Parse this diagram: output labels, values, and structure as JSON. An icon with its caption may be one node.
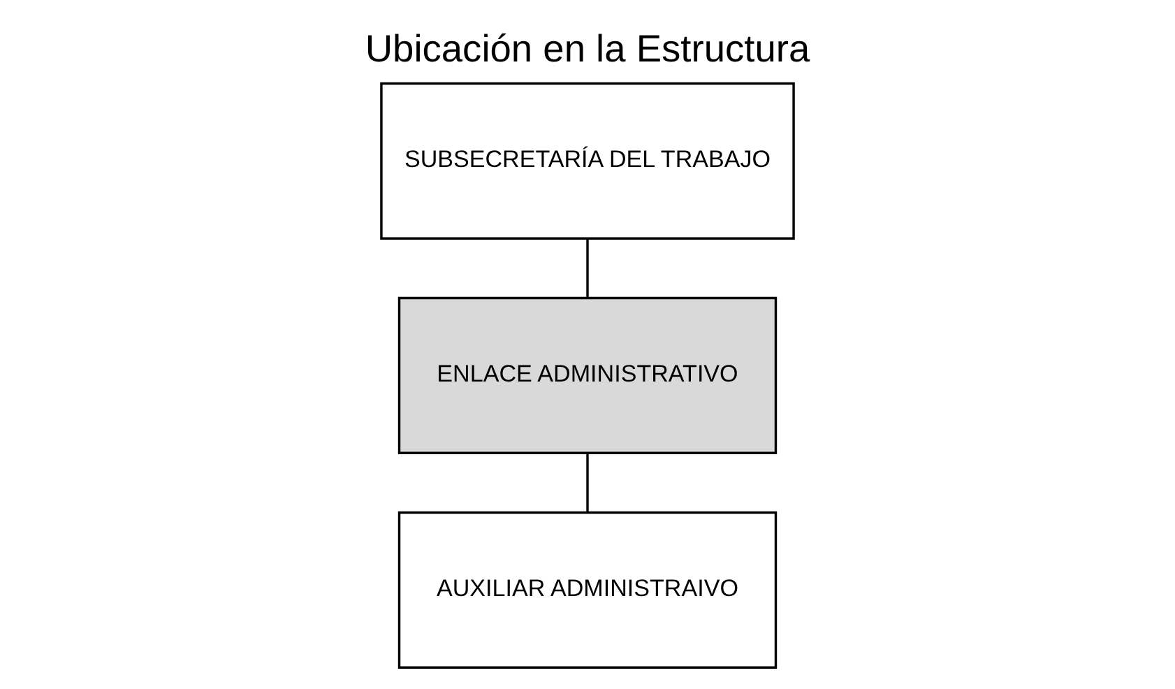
{
  "diagram": {
    "title": "Ubicación en la Estructura",
    "nodes": [
      {
        "text": [
          "SUBSECRETARÍA DEL TRABAJO"
        ]
      },
      {
        "text": [
          "ENLACE ADMINISTRATIVO"
        ]
      },
      {
        "text": [
          "AUXILIAR ADMINISTRAIVO"
        ]
      }
    ],
    "edges": [
      {
        "from": 0,
        "to": 1,
        "arrow": "none"
      },
      {
        "from": 1,
        "to": 2,
        "arrow": "none"
      }
    ]
  }
}
